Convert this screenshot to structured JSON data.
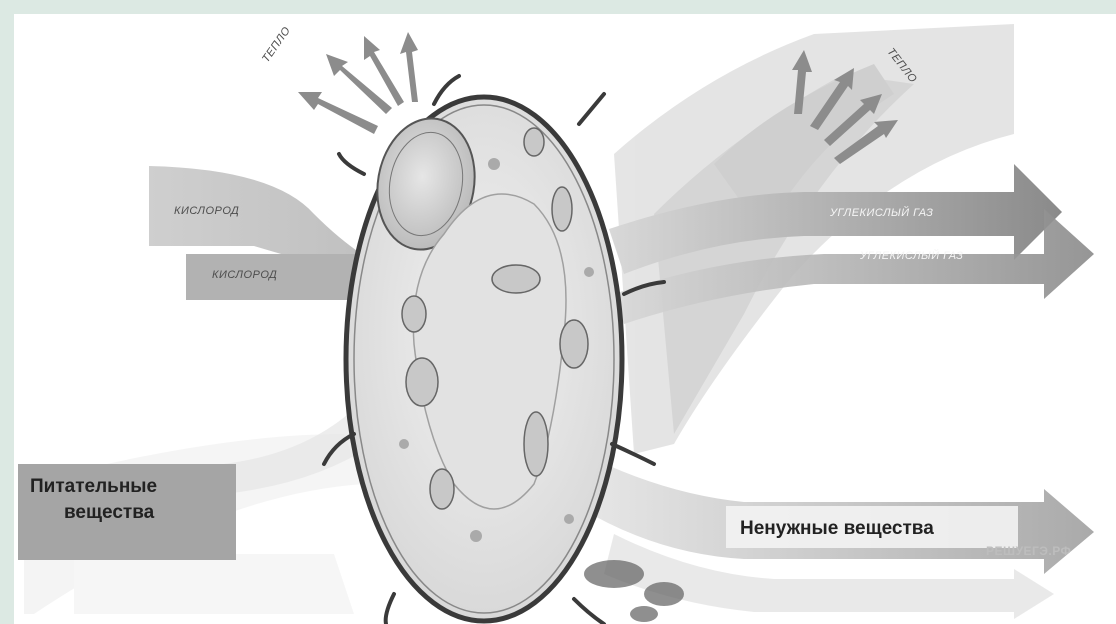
{
  "labels": {
    "heat_left": "ТЕПЛО",
    "heat_right": "ТЕПЛО",
    "oxygen_1": "КИСЛОРОД",
    "oxygen_2": "КИСЛОРОД",
    "co2_1": "УГЛЕКИСЛЫЙ ГАЗ",
    "co2_2": "УГЛЕКИСЛЫЙ ГАЗ",
    "nutrients_line1": "Питательные",
    "nutrients_line2": "вещества",
    "waste": "Ненужные вещества",
    "watermark": "РЕШУЕГЭ.РФ"
  },
  "colors": {
    "background": "#dce9e3",
    "arrow_gray": "#9a9a9a",
    "cell_wall": "#3a3a3a",
    "cytoplasm": "#ececec",
    "nutrient_box": "#a5a5a5"
  }
}
